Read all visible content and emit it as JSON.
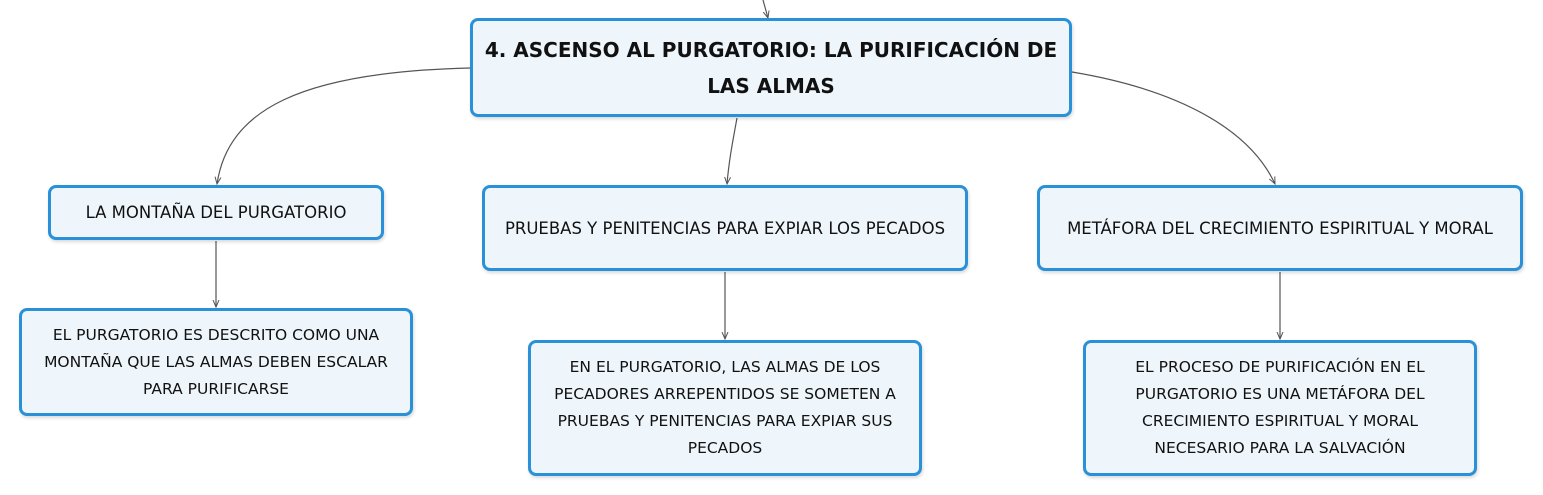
{
  "root": {
    "label": "4. ASCENSO AL PURGATORIO: LA PURIFICACIÓN DE LAS ALMAS"
  },
  "branches": [
    {
      "label": "LA MONTAÑA DEL PURGATORIO",
      "detail": "EL PURGATORIO ES DESCRITO COMO UNA MONTAÑA QUE LAS ALMAS DEBEN ESCALAR PARA PURIFICARSE"
    },
    {
      "label": "PRUEBAS Y PENITENCIAS PARA EXPIAR LOS PECADOS",
      "detail": "EN EL PURGATORIO, LAS ALMAS DE LOS PECADORES ARREPENTIDOS SE SOMETEN A PRUEBAS Y PENITENCIAS PARA EXPIAR SUS PECADOS"
    },
    {
      "label": "METÁFORA DEL CRECIMIENTO ESPIRITUAL Y MORAL",
      "detail": "EL PROCESO DE PURIFICACIÓN EN EL PURGATORIO ES UNA METÁFORA DEL CRECIMIENTO ESPIRITUAL Y MORAL NECESARIO PARA LA SALVACIÓN"
    }
  ],
  "colors": {
    "node_border": "#2a90d8",
    "node_fill": "#eef6fc",
    "connector": "#555555"
  }
}
